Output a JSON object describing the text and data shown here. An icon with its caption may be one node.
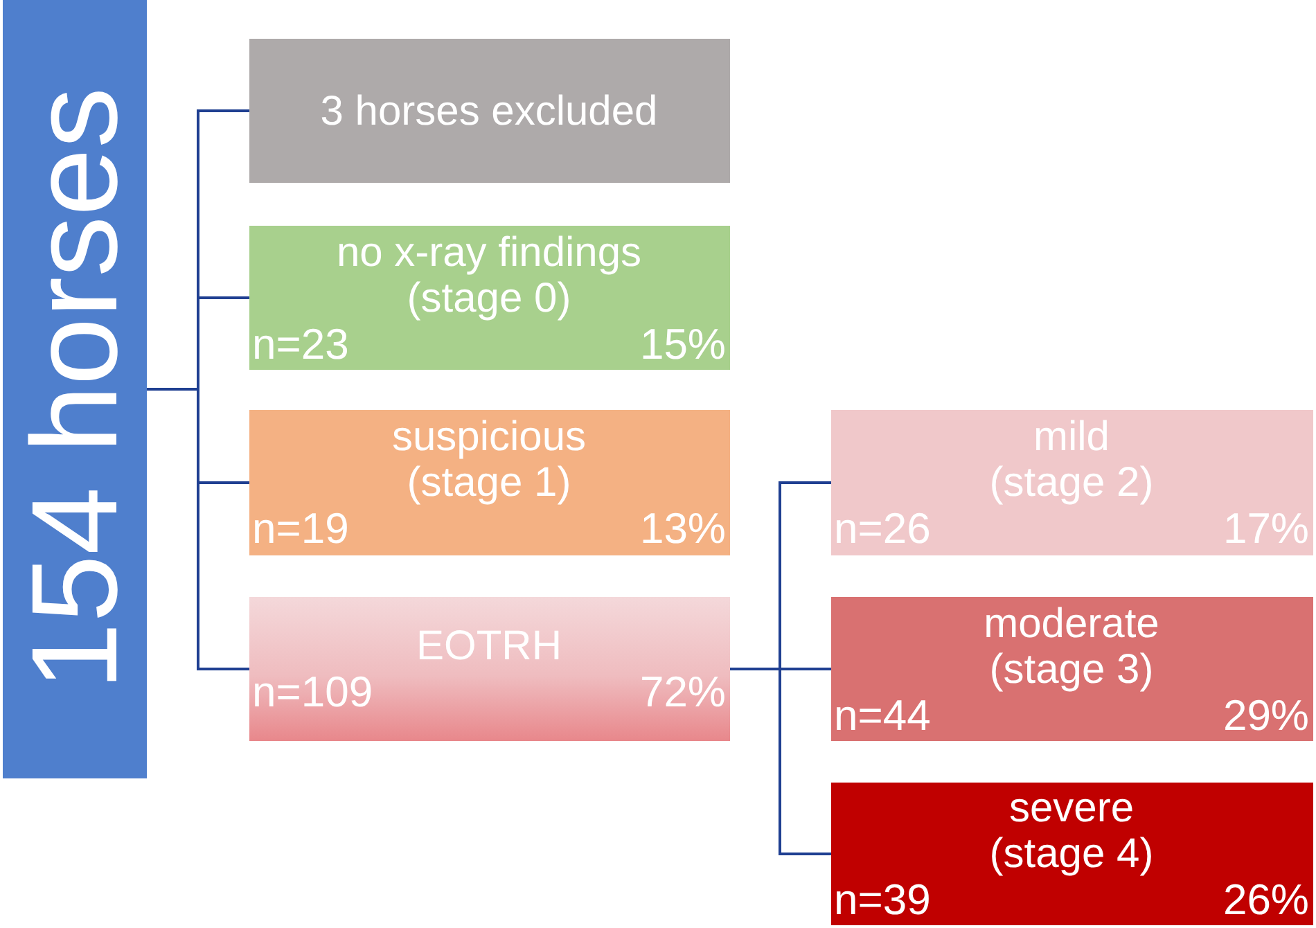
{
  "diagram": {
    "nodes": [
      {
        "text": [
          "154 horses"
        ]
      },
      {
        "text": [
          "3 horses excluded"
        ]
      },
      {
        "text": [
          "no x-ray findings (stage 0)",
          "n=23",
          "15%"
        ]
      },
      {
        "text": [
          "suspicious (stage 1)",
          "n=19",
          "13%"
        ]
      },
      {
        "text": [
          "EOTRH",
          "n=109",
          "72%"
        ]
      },
      {
        "text": [
          "mild (stage 2)",
          "n=26",
          "17%"
        ]
      },
      {
        "text": [
          "moderate (stage 3)",
          "n=44",
          "29%"
        ]
      },
      {
        "text": [
          "severe (stage 4)",
          "n=39",
          "26%"
        ]
      }
    ],
    "edges": [
      {
        "from": 0,
        "to": 1,
        "arrow": "none"
      },
      {
        "from": 0,
        "to": 2,
        "arrow": "none"
      },
      {
        "from": 0,
        "to": 3,
        "arrow": "none"
      },
      {
        "from": 0,
        "to": 4,
        "arrow": "none"
      },
      {
        "from": 4,
        "to": 5,
        "arrow": "none"
      },
      {
        "from": 4,
        "to": 6,
        "arrow": "none"
      },
      {
        "from": 4,
        "to": 7,
        "arrow": "none"
      }
    ]
  }
}
